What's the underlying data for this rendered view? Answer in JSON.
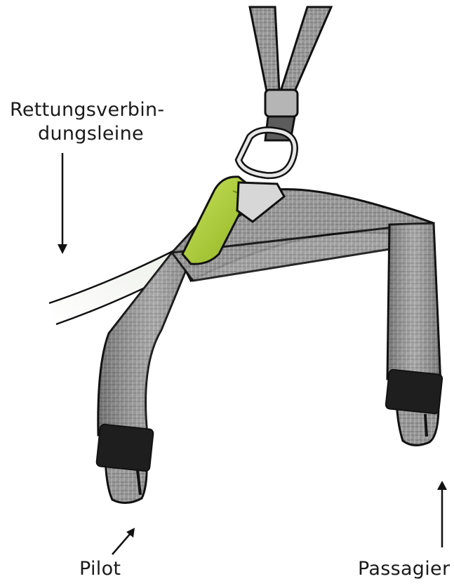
{
  "labels": {
    "rescue_line_1": "Rettungsverbin-",
    "rescue_line_2": "dungsleine",
    "pilot": "Pilot",
    "passenger": "Passagier"
  },
  "colors": {
    "webbing": "#8f8f8f",
    "webbing_dark": "#5a5a5a",
    "outline": "#111111",
    "strap_tab": "#a9c934",
    "end_cap": "#1e1e1e"
  }
}
